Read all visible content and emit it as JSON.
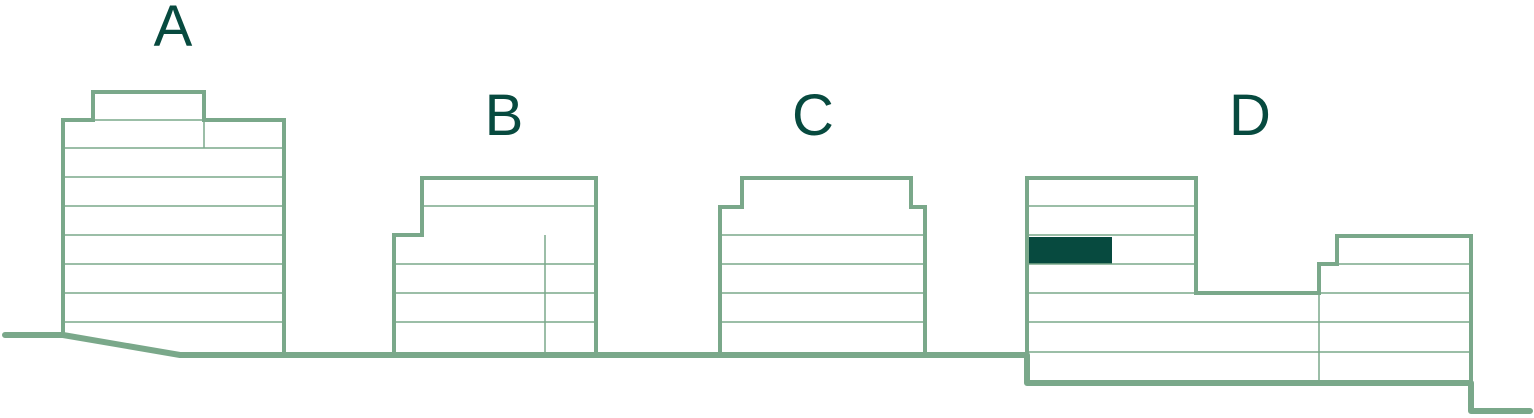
{
  "colors": {
    "outline": "#7aa88a",
    "label": "#074a3f",
    "highlight": "#074a3f",
    "background": "#ffffff"
  },
  "buildings": [
    {
      "id": "a",
      "label": "A"
    },
    {
      "id": "b",
      "label": "B"
    },
    {
      "id": "c",
      "label": "C"
    },
    {
      "id": "d",
      "label": "D",
      "highlighted_unit": true
    }
  ]
}
